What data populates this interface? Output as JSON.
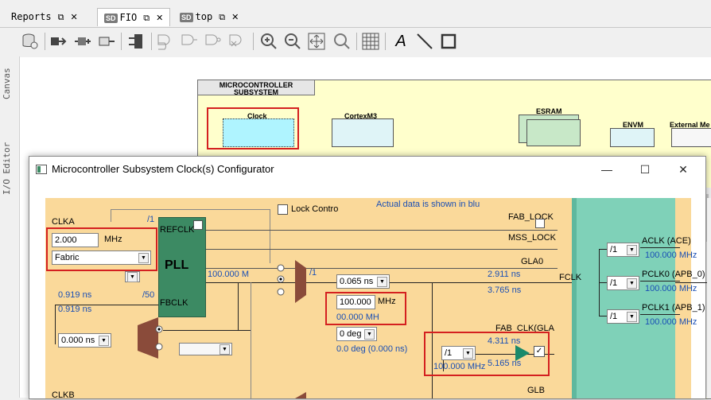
{
  "tabs": [
    {
      "label": "Reports",
      "badge": ""
    },
    {
      "label": "FIO",
      "badge": "SD"
    },
    {
      "label": "top",
      "badge": "SD"
    }
  ],
  "side_tabs": {
    "canvas": "Canvas",
    "io_editor": "I/O Editor"
  },
  "toolbar": {
    "icons": [
      "database-settings-icon",
      "component-icon",
      "add-component-icon",
      "connect-icon",
      "split-icon",
      "gate-icon",
      "gate2-icon",
      "gate3-icon",
      "gate4-icon",
      "zoom-in-icon",
      "zoom-out-icon",
      "pan-icon",
      "zoom-fit-icon",
      "grid-icon",
      "text-icon",
      "line-icon",
      "rectangle-icon"
    ],
    "text_tool": "A"
  },
  "canvas": {
    "mss_title": "MICROCONTROLLER SUBSYSTEM",
    "blocks": {
      "clock": "Clock",
      "cortex": "CortexM3",
      "esram": "ESRAM",
      "envm": "ENVM",
      "external": "External Me"
    }
  },
  "dialog": {
    "title": "Microcontroller Subsystem Clock(s) Configurator",
    "lock_control": "Lock Contro",
    "actual_note": "Actual data is shown in blu",
    "clka": {
      "label": "CLKA",
      "freq": "2.000",
      "unit": "MHz",
      "source": "Fabric",
      "ns1": "0.919 ns",
      "ns2": "0.919 ns",
      "div_top": "/1",
      "div_bottom": "/50",
      "delay": "0.000 ns"
    },
    "pll": {
      "name": "PLL",
      "refclk": "REFCLK",
      "fbclk": "FBCLK",
      "out_freq": "100.000 M",
      "div": "/1"
    },
    "gla0": {
      "label": "GLA0",
      "delay": "0.065 ns",
      "freq": "100.000",
      "unit": "MHz",
      "actual": "00.000 MH",
      "deg": "0 deg",
      "deg_actual": "0.0 deg (0.000 ns)",
      "ns1": "2.911 ns",
      "ns2": "3.765 ns"
    },
    "fab_lock": "FAB_LOCK",
    "mss_lock": "MSS_LOCK",
    "fab_clk": {
      "label": "FAB_CLK(GLA",
      "div": "/1",
      "ns1": "4.311 ns",
      "ns2": "5.165 ns",
      "freq": "100.000 MHz"
    },
    "fclk": "FCLK",
    "outputs": [
      {
        "name": "ACLK (ACE)",
        "div": "/1",
        "freq": "100.000 MHz"
      },
      {
        "name": "PCLK0 (APB_0)",
        "div": "/1",
        "freq": "100.000 MHz"
      },
      {
        "name": "PCLK1 (APB_1)",
        "div": "/1",
        "freq": "100.000 MHz"
      }
    ],
    "clkb": "CLKB",
    "glb": "GLB",
    "window_buttons": {
      "minimize": "—",
      "maximize": "☐",
      "close": "✕"
    }
  },
  "colors": {
    "accent_red": "#d42020",
    "panel": "#fad99a",
    "pll": "#3c8a63",
    "right_panel": "#7fd1b8",
    "actual_blue": "#1a4fb5"
  }
}
